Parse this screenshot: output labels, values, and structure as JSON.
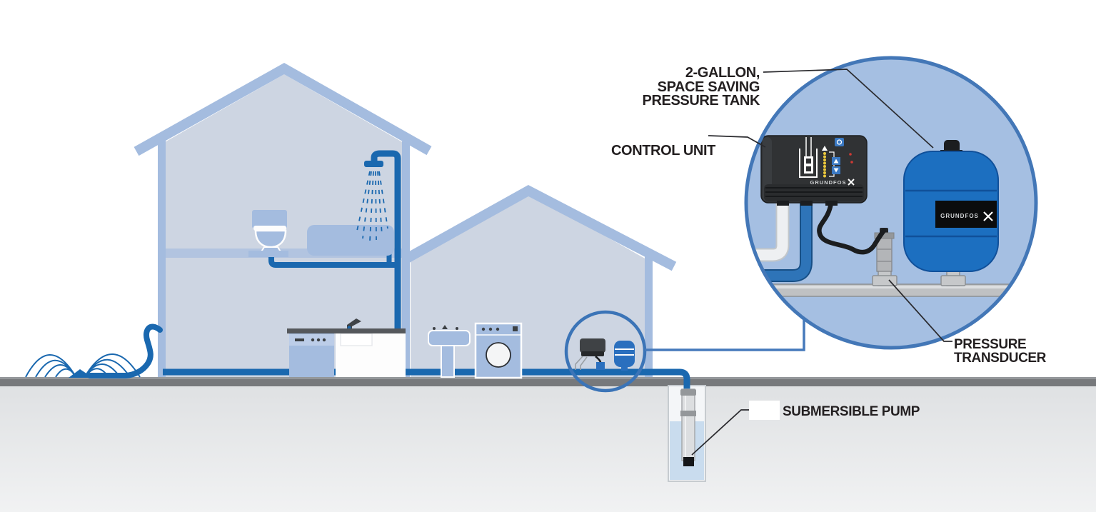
{
  "labels": {
    "pressure_tank_line1": "2-GALLON,",
    "pressure_tank_line2": "SPACE SAVING",
    "pressure_tank_line3": "PRESSURE TANK",
    "control_unit": "CONTROL UNIT",
    "pressure_transducer_line1": "PRESSURE",
    "pressure_transducer_line2": "TRANSDUCER",
    "submersible_pump": "SUBMERSIBLE PUMP"
  },
  "brand": {
    "logo_text": "GRUNDFOS"
  },
  "colors": {
    "house_fill": "#cdd5e2",
    "house_outline": "#a4bcdf",
    "floor_band": "#b2c4e0",
    "pipe_blue": "#1a68af",
    "tank_blue": "#1c6fc0",
    "tank_seam": "#10509a",
    "callout_fill": "#a5bfe2",
    "callout_stroke": "#4377b7",
    "highlight_circle_stroke": "#3b74b7",
    "connector_blue": "#4579bb",
    "ground_band": "#77797c",
    "ground_light": "#e3e5e7",
    "metal_gray": "#bfc1c3",
    "unit_dark": "#303234",
    "led_yellow": "#ecc93c",
    "button_blue": "#3a78c2",
    "led_red": "#cf3a34",
    "label_text": "#231f20",
    "leader_line": "#2a2a2e"
  }
}
